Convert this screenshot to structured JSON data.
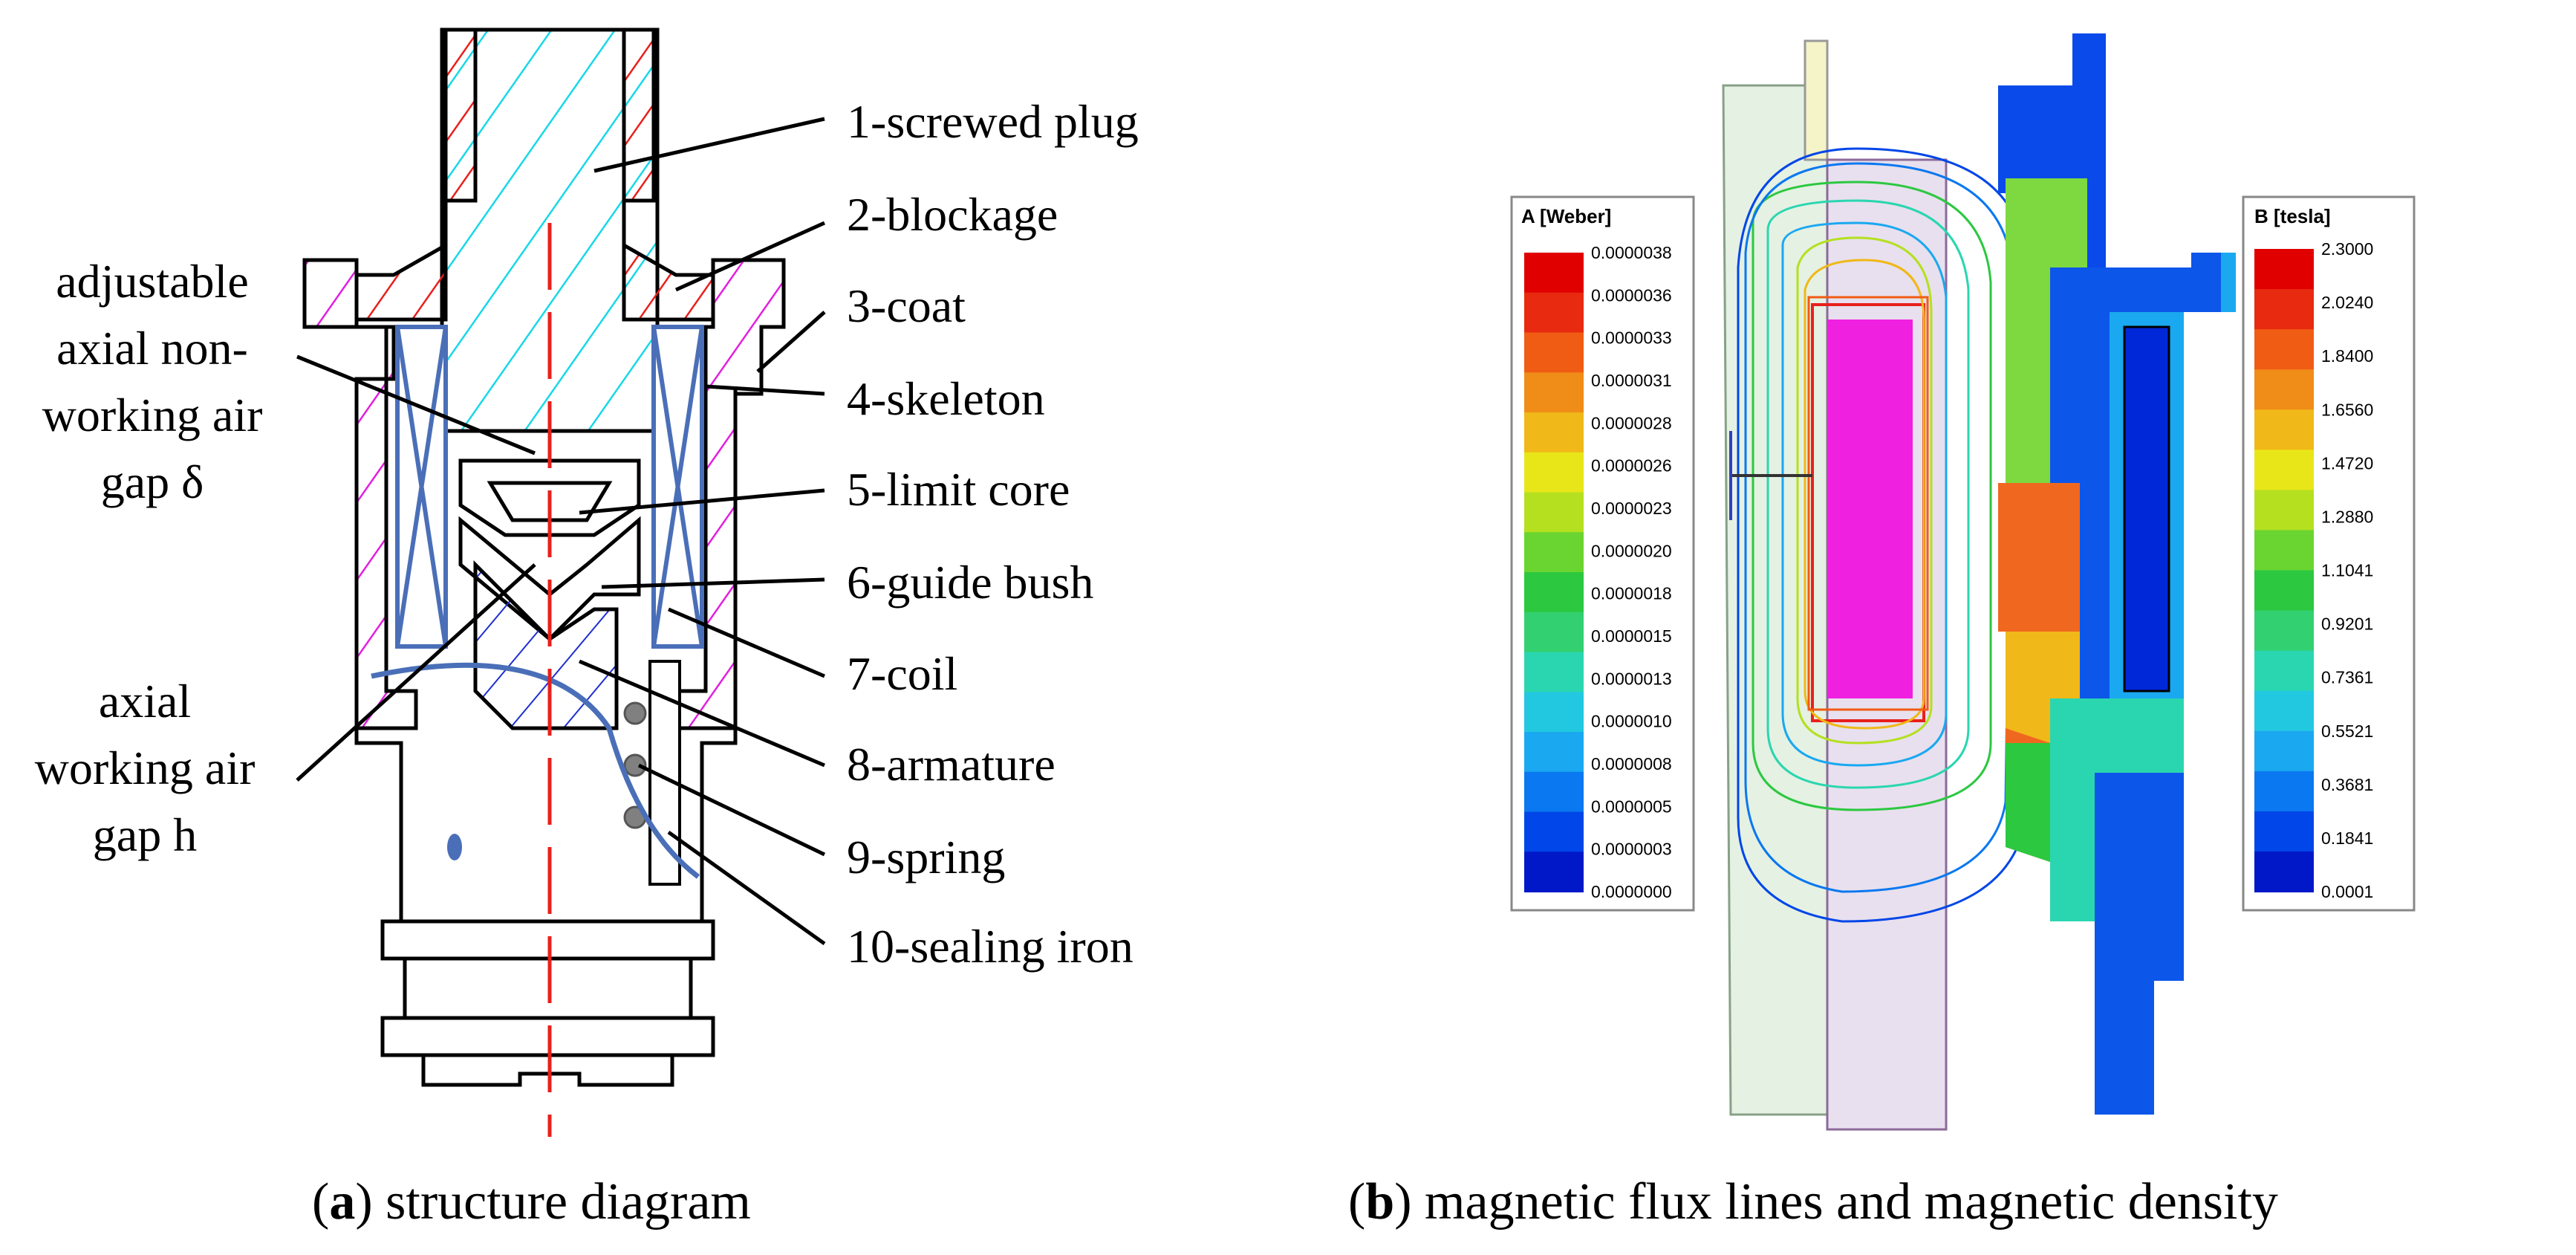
{
  "diagram": {
    "part_labels": [
      "1-screwed plug",
      "2-blockage",
      "3-coat",
      "4-skeleton",
      "5-limit core",
      "6-guide bush",
      "7-coil",
      "8-armature",
      "9-spring",
      "10-sealing iron"
    ],
    "gap_delta_label": [
      "adjustable",
      "axial non-",
      "working air",
      "gap δ"
    ],
    "gap_h_label": [
      "axial",
      "working air",
      "gap h"
    ]
  },
  "captions": {
    "a": {
      "letter": "a",
      "text": ") structure diagram"
    },
    "b": {
      "letter": "b",
      "text": ") magnetic flux lines and magnetic density"
    }
  },
  "legend_flux": {
    "title": "A [Weber]",
    "ticks": [
      "0.0000038",
      "0.0000036",
      "0.0000033",
      "0.0000031",
      "0.0000028",
      "0.0000026",
      "0.0000023",
      "0.0000020",
      "0.0000018",
      "0.0000015",
      "0.0000013",
      "0.0000010",
      "0.0000008",
      "0.0000005",
      "0.0000003",
      "0.0000000"
    ]
  },
  "legend_density": {
    "title": "B [tesla]",
    "ticks": [
      "2.3000",
      "2.0240",
      "1.8400",
      "1.6560",
      "1.4720",
      "1.2880",
      "1.1041",
      "0.9201",
      "0.7361",
      "0.5521",
      "0.3681",
      "0.1841",
      "0.0001"
    ]
  },
  "colors": {
    "plug_hatch": "#19d8e6",
    "blockage_hatch": "#e8201c",
    "coat_hatch": "#e21fe0",
    "coil": "#4a6fb8",
    "armature_hatch": "#1e2fd0",
    "axis": "#e8201c",
    "scale": [
      "#0018c8",
      "#0046e8",
      "#0a78f0",
      "#1aa8f0",
      "#22c8e0",
      "#2ad6b0",
      "#32d070",
      "#2cc840",
      "#6ad430",
      "#b4e020",
      "#e8e618",
      "#f0b818",
      "#f08c18",
      "#f05c14",
      "#e82a10",
      "#e00000"
    ]
  }
}
